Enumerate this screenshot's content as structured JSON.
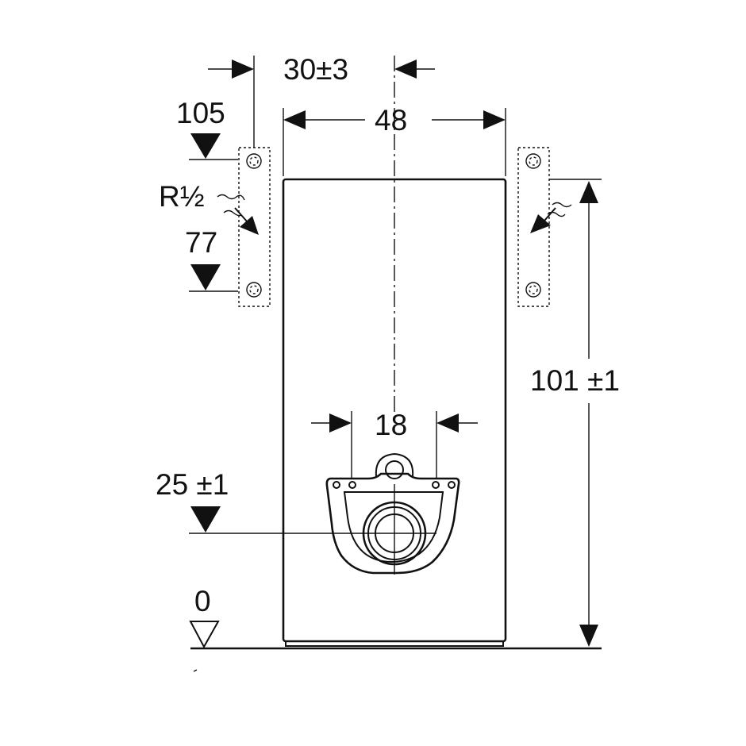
{
  "dimensions": {
    "offset": "30±3",
    "width": "48",
    "rail_top": "105",
    "thread": "R½",
    "rail_bottom": "77",
    "height": "101 ±1",
    "fixing_spacing": "18",
    "outlet_height": "25 ±1",
    "floor_level": "0"
  }
}
